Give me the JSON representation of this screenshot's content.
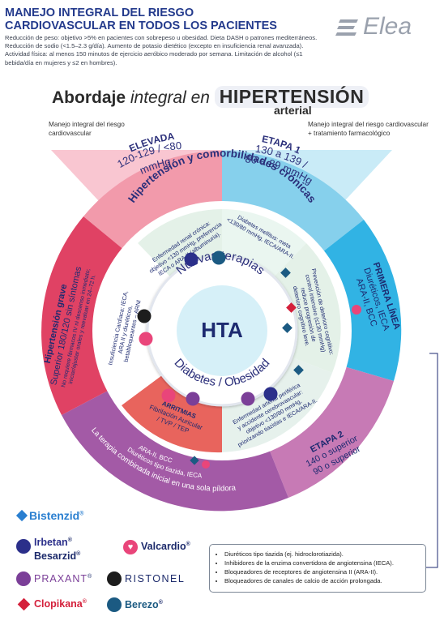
{
  "header": {
    "title_line1": "MANEJO INTEGRAL DEL RIESGO",
    "title_line2": "CARDIOVASCULAR EN TODOS LOS PACIENTES",
    "text": "Reducción de peso: objetivo >5% en pacientes con sobrepeso u obesidad. Dieta DASH o patrones mediterráneos. Reducción de sodio (<1.5–2.3 g/día). Aumento de potasio dietético (excepto en insuficiencia renal avanzada). Actividad física: al menos 150 minutos de ejercicio aeróbico moderado por semana. Limitación de alcohol (≤1 bebida/día en mujeres y ≤2 en hombres)."
  },
  "logo": {
    "text": "Elea"
  },
  "banner": {
    "abordaje": "Abordaje",
    "integral_en": "integral en",
    "hipertension": "HIPERTENSIÓN",
    "arterial": "arterial"
  },
  "notes": {
    "left": "Manejo integral del riesgo cardiovascular",
    "right": "Manejo integral del riesgo cardiovascular + tratamiento farmacológico"
  },
  "outer_ring": {
    "elevada_title": "ELEVADA",
    "elevada_l1": "120-129 / <80",
    "elevada_l2": "mmHg",
    "etapa1_title": "ETAPA 1",
    "etapa1_l1": "130 a 139 /",
    "etapa1_l2": "80 a 89 mmHg",
    "primera_title": "PRIMERA LÍNEA",
    "primera_l1": "Diuréticos, IECA",
    "primera_l2": "ARA-II, BCC",
    "etapa2_title": "ETAPA 2",
    "etapa2_l1": "140 o superior",
    "etapa2_l2": "90 o superior",
    "terapia_l1": "La terapia combinada inicial en una sola píldora",
    "terapia_l2": "Diuréticos tipo tiazida, IECA",
    "terapia_l3": "ARA-II, BCC",
    "grave_title": "Hipertensión grave",
    "grave_l1": "Superior 180/120 sin síntomas",
    "grave_l2": "No requiere fármacos IV ni descenso inmediato;",
    "grave_l3": "iniciar/ajustar orales y reevaluar en 24–72 h."
  },
  "middle_ring": {
    "title": "Hipertensión y comorbilidades crónicas",
    "renal": [
      "Enfermedad renal crónica:",
      "objetivo <130 mmHg, preferencia",
      "IECA o ARA-II (albuminuria)."
    ],
    "diabetes": [
      "Diabetes mellitus: meta",
      "<130/80 mmHg, IECA/ARA-II."
    ],
    "deterioro": [
      "Prevención de deterioro cognitivo:",
      "control intensivo (≤130 mmHg)",
      "reduce progresión de",
      "deterioro cognitivo leve."
    ],
    "arterial": [
      "Enfermedad arterial periférica",
      "y accidente cerebrovascular:",
      "objetivo <130/80 mmHg,",
      "priorizando tiazidas e IECA/ARA-II."
    ],
    "arritmias_title": "ARRITMIAS",
    "arritmias": [
      "Fibrilación Auricular",
      "/ TVP / TEP"
    ],
    "ic": [
      "Insuficiencia Cardíaca: IECA,",
      "ARA II y diuréticos,",
      "betabloqueantes – ARNI"
    ]
  },
  "inner_ring": {
    "nuevas": "Nuevas terapias",
    "diabetes": "Diabetes / Obesidad",
    "center": "HTA"
  },
  "brands": [
    {
      "name": "Bistenzid",
      "sup": "®",
      "color": "#2a7fd0",
      "icon": "diamond-icon"
    },
    {
      "name": "Irbetan",
      "sup": "®",
      "color": "#2b2f8a",
      "icon": "circle-icon"
    },
    {
      "name": "Besarzid",
      "sup": "®",
      "color": "#222222",
      "icon": "circle-icon"
    },
    {
      "name": "Valcardio",
      "sup": "®",
      "color": "#222222",
      "icon": "heart-icon",
      "dot": "#e9457a"
    },
    {
      "name": "PRAXANT",
      "sup": "®",
      "color": "#7b3f98",
      "icon": "circle-icon"
    },
    {
      "name": "RISTONEL",
      "sup": "",
      "color": "#222222",
      "icon": "circle-icon"
    },
    {
      "name": "Clopikana",
      "sup": "®",
      "color": "#d41f3a",
      "icon": "diamond-icon"
    },
    {
      "name": "Berezo",
      "sup": "®",
      "color": "#1b5a82",
      "icon": "circle-icon"
    }
  ],
  "legend": {
    "items": [
      "Diuréticos tipo tiazida (ej. hidroclorotiazida).",
      "Inhibidores de la enzima convertidora de angiotensina (IECA).",
      "Bloqueadores de receptores de angiotensina II (ARA-II).",
      "Bloqueadores de canales de calcio de acción prolongada."
    ]
  },
  "colors": {
    "elevada": "#f29aab",
    "etapa1": "#86d0ec",
    "primera": "#31b3e4",
    "etapa2": "#c77ab5",
    "terapia": "#a35aa6",
    "grave": "#e04264",
    "middle": "#ffffff",
    "inner": "#ffffff",
    "center": "#d6f0f8"
  }
}
